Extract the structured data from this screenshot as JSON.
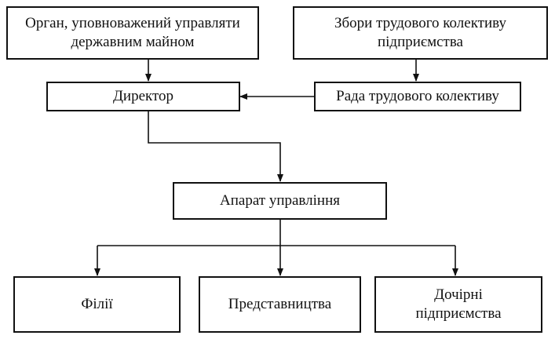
{
  "nodes": {
    "state_organ": {
      "line1": "Орган, уповноважений управляти",
      "line2": "державним майном"
    },
    "collective_meeting": {
      "line1": "Збори трудового колективу",
      "line2": "підприємства"
    },
    "director": "Директор",
    "collective_council": "Рада трудового колективу",
    "management_apparatus": "Апарат управління",
    "branches": "Філії",
    "representative_offices": "Представництва",
    "subsidiaries": {
      "line1": "Дочірні",
      "line2": "підприємства"
    }
  }
}
